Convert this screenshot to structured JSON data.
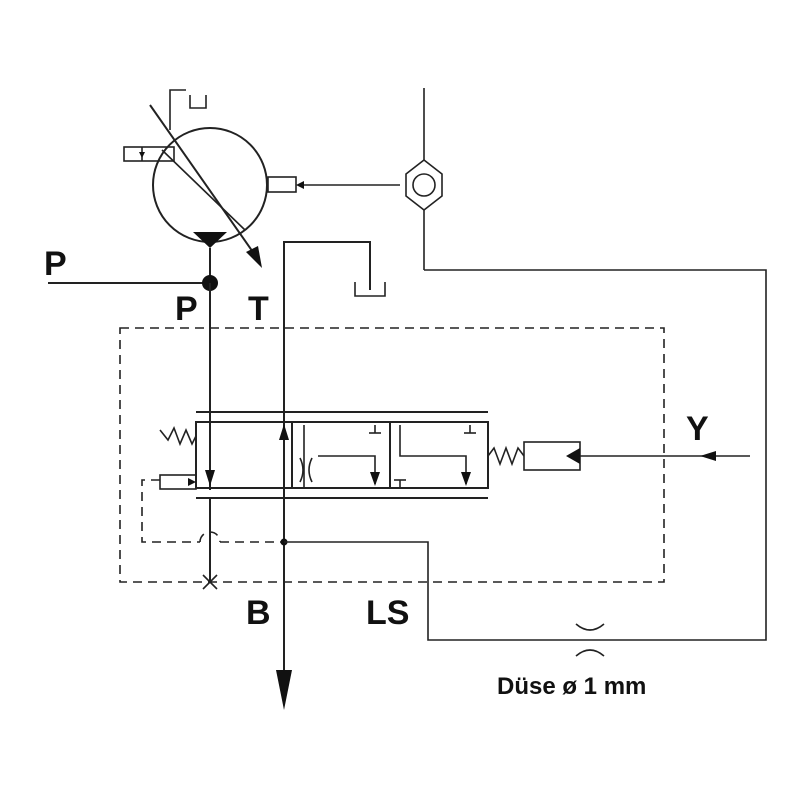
{
  "labels": {
    "p_left": "P",
    "p_port": "P",
    "t_port": "T",
    "b_port": "B",
    "ls_port": "LS",
    "y_port": "Y",
    "nozzle": "Düse ø 1 mm"
  },
  "colors": {
    "line": "#222222",
    "background": "#ffffff"
  }
}
